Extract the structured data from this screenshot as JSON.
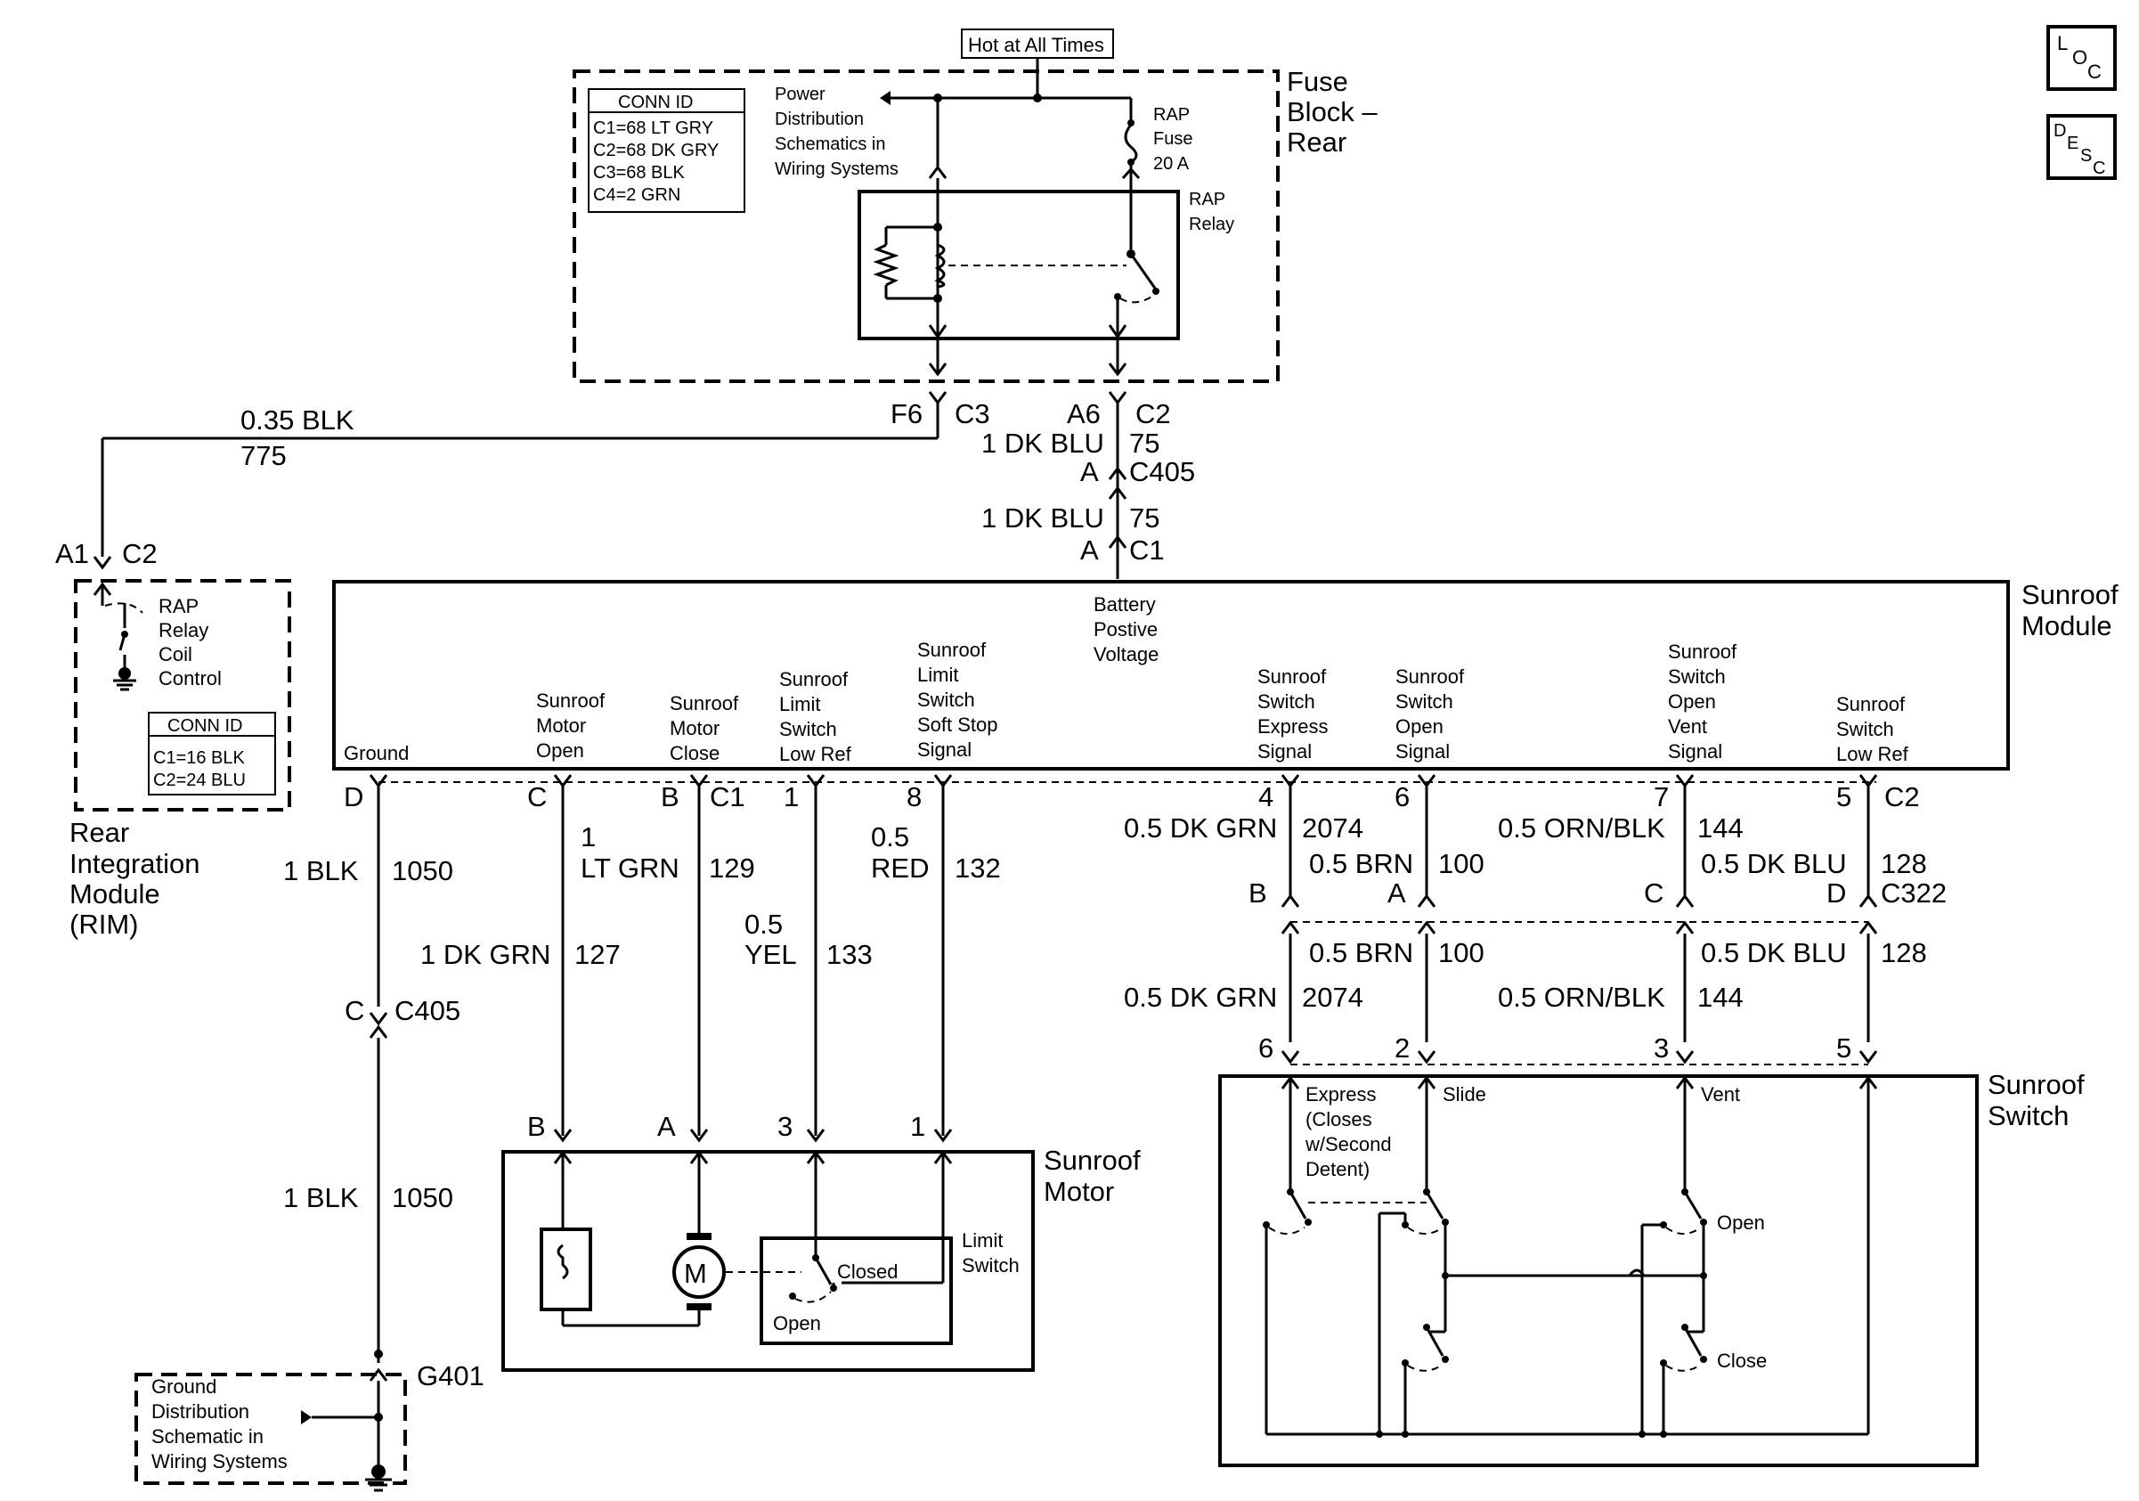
{
  "top": {
    "hot": "Hot at All Times"
  },
  "loc_icon": {
    "l": "L",
    "o": "O",
    "c": "C"
  },
  "desc_icon": {
    "d": "D",
    "e": "E",
    "s": "S",
    "c": "C"
  },
  "fuse_block": {
    "label": [
      "Fuse",
      "Block –",
      "Rear"
    ],
    "conn_title": "CONN ID",
    "conn": [
      "C1=68 LT GRY",
      "C2=68 DK GRY",
      "C3=68 BLK",
      "C4=2 GRN"
    ],
    "power_dist": [
      "Power",
      "Distribution",
      "Schematics in",
      "Wiring Systems"
    ],
    "fuse": [
      "RAP",
      "Fuse",
      "20 A"
    ],
    "relay": [
      "RAP",
      "Relay"
    ]
  },
  "wires_top": {
    "f6": "F6",
    "c3": "C3",
    "a6": "A6",
    "c2": "C2",
    "w035": "0.35 BLK",
    "w775": "775",
    "dkblu1": "1 DK BLU",
    "n75a": "75",
    "a1": "A",
    "c405": "C405",
    "dkblu2": "1 DK BLU",
    "n75b": "75",
    "a2": "A",
    "c1": "C1",
    "ra1": "A1",
    "rc2": "C2"
  },
  "rim": {
    "label": [
      "Rear",
      "Integration",
      "Module",
      "(RIM)"
    ],
    "relay": [
      "RAP",
      "Relay",
      "Coil",
      "Control"
    ],
    "conn_title": "CONN ID",
    "conn": [
      "C1=16 BLK",
      "C2=24 BLU"
    ]
  },
  "module": {
    "title": [
      "Sunroof",
      "Module"
    ],
    "battery": [
      "Battery",
      "Postive",
      "Voltage"
    ],
    "ground": "Ground",
    "motor_open": [
      "Sunroof",
      "Motor",
      "Open"
    ],
    "motor_close": [
      "Sunroof",
      "Motor",
      "Close"
    ],
    "limit_low": [
      "Sunroof",
      "Limit",
      "Switch",
      "Low Ref"
    ],
    "limit_soft": [
      "Sunroof",
      "Limit",
      "Switch",
      "Soft Stop",
      "Signal"
    ],
    "sw_express": [
      "Sunroof",
      "Switch",
      "Express",
      "Signal"
    ],
    "sw_open": [
      "Sunroof",
      "Switch",
      "Open",
      "Signal"
    ],
    "sw_vent": [
      "Sunroof",
      "Switch",
      "Open",
      "Vent",
      "Signal"
    ],
    "sw_low": [
      "Sunroof",
      "Switch",
      "Low Ref"
    ]
  },
  "pins_mod": {
    "d": "D",
    "c": "C",
    "b": "B",
    "c1": "C1",
    "p1": "1",
    "p8": "8",
    "p4": "4",
    "p6": "6",
    "p7": "7",
    "p5": "5",
    "c2": "C2"
  },
  "wires_mid": {
    "blk1": "1 BLK",
    "n1050a": "1050",
    "ltgrn1": "1",
    "ltgrn2": "LT GRN",
    "n129": "129",
    "red1": "0.5",
    "red2": "RED",
    "n132": "132",
    "dkgrn1": "1 DK GRN",
    "n127": "127",
    "yel1": "0.5",
    "yel2": "YEL",
    "n133": "133",
    "gnd_c": "C",
    "c405": "C405",
    "blk2": "1 BLK",
    "n1050b": "1050",
    "g401": "G401",
    "r_dkgrn1": "0.5 DK GRN",
    "r_2074a": "2074",
    "r_brn1": "0.5 BRN",
    "r_100a": "100",
    "r_orn1": "0.5 ORN/BLK",
    "r_144a": "144",
    "r_dkblu1": "0.5 DK BLU",
    "r_128a": "128",
    "cB": "B",
    "cA": "A",
    "cC": "C",
    "cD": "D",
    "c322": "C322",
    "r_brn2": "0.5 BRN",
    "r_100b": "100",
    "r_dkblu2": "0.5 DK BLU",
    "r_128b": "128",
    "r_dkgrn2": "0.5 DK GRN",
    "r_2074b": "2074",
    "r_orn2": "0.5 ORN/BLK",
    "r_144b": "144",
    "s6": "6",
    "s2": "2",
    "s3": "3",
    "s5": "5"
  },
  "motor": {
    "title": [
      "Sunroof",
      "Motor"
    ],
    "pB": "B",
    "pA": "A",
    "p3": "3",
    "p1": "1",
    "m": "M",
    "closed": "Closed",
    "open": "Open",
    "limit": [
      "Limit",
      "Switch"
    ]
  },
  "switch": {
    "title": [
      "Sunroof",
      "Switch"
    ],
    "express": [
      "Express",
      "(Closes",
      "w/Second",
      "Detent)"
    ],
    "slide": "Slide",
    "vent": "Vent",
    "open": "Open",
    "close": "Close"
  },
  "ground": {
    "label": [
      "Ground",
      "Distribution",
      "Schematic in",
      "Wiring Systems"
    ]
  }
}
